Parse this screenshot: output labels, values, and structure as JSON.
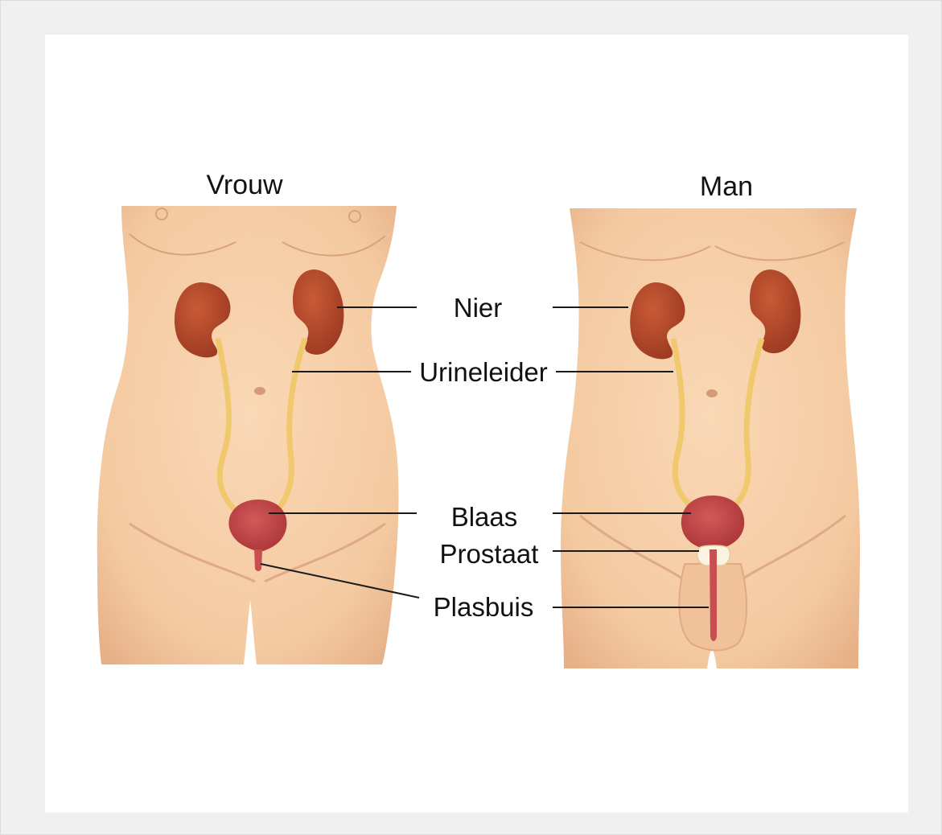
{
  "titles": {
    "female": "Vrouw",
    "male": "Man"
  },
  "labels": {
    "kidney": "Nier",
    "ureter": "Urineleider",
    "bladder": "Blaas",
    "prostate": "Prostaat",
    "urethra": "Plasbuis"
  },
  "colors": {
    "skin": "#f6cfa8",
    "skin_shade": "#e9b58a",
    "kidney": "#b4482a",
    "ureter": "#f1cf7c",
    "bladder": "#c3474a",
    "prostate": "#fbf3df",
    "leader": "#1a1a1a"
  }
}
